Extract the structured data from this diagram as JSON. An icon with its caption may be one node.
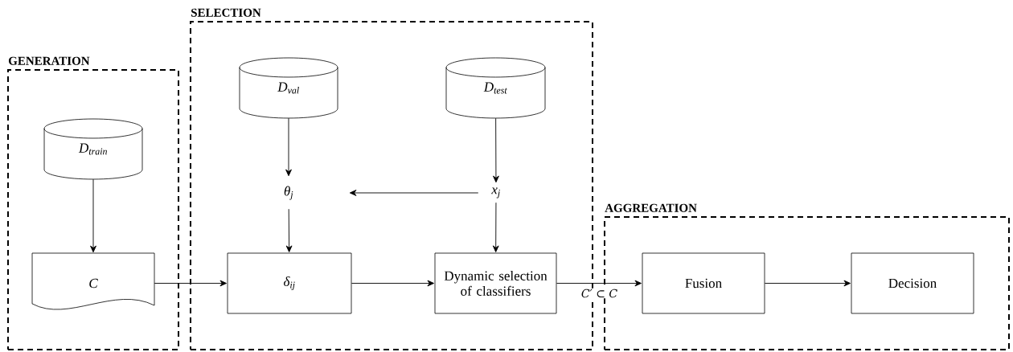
{
  "diagram": {
    "nodes": [
      {
        "text": [
          "GENERATION"
        ]
      },
      {
        "text": [
          "SELECTION"
        ]
      },
      {
        "text": [
          "AGGREGATION"
        ]
      },
      {
        "text": [
          "D$_{train}$"
        ],
        "in": 0
      },
      {
        "text": [
          "C"
        ],
        "in": 0
      },
      {
        "text": [
          "D$_{val}$"
        ],
        "in": 1
      },
      {
        "text": [
          "θ$_{j}$"
        ],
        "in": 1
      },
      {
        "text": [
          "D$_{test}$"
        ],
        "in": 1
      },
      {
        "text": [
          "x$_{j}$"
        ],
        "in": 1
      },
      {
        "text": [
          "δ$_{ij}$"
        ],
        "in": 1
      },
      {
        "text": [
          "Dynamic selection of classifiers"
        ],
        "in": 1
      },
      {
        "text": [
          "Fusion"
        ],
        "in": 2
      },
      {
        "text": [
          "Decision"
        ],
        "in": 2
      }
    ],
    "edges": [
      {
        "from": 3,
        "to": 4,
        "arrow": "to"
      },
      {
        "from": 4,
        "to": 9,
        "arrow": "to"
      },
      {
        "from": 5,
        "to": 6,
        "arrow": "to"
      },
      {
        "from": 6,
        "to": 9,
        "arrow": "to"
      },
      {
        "from": 7,
        "to": 8,
        "arrow": "to"
      },
      {
        "from": 8,
        "to": 6,
        "arrow": "to"
      },
      {
        "from": 8,
        "to": 10,
        "arrow": "to"
      },
      {
        "from": 9,
        "to": 10,
        "arrow": "to"
      },
      {
        "from": 10,
        "to": 11,
        "arrow": "to",
        "label": "C′ ⊂ C"
      },
      {
        "from": 11,
        "to": 12,
        "arrow": "to"
      }
    ]
  }
}
